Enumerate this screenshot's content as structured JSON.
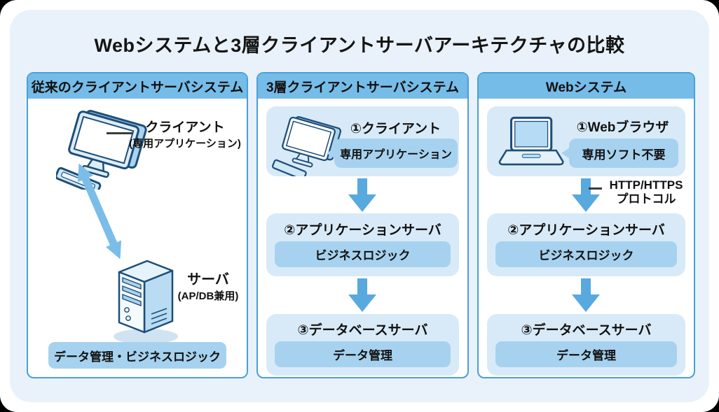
{
  "title": "Webシステムと3層クライアントサーバアーキテクチャの比較",
  "panels": {
    "legacy": {
      "header": "従来のクライアントサーバシステム",
      "client": {
        "label": "クライアント",
        "sublabel": "(専用アプリケーション)"
      },
      "server": {
        "label": "サーバ",
        "sublabel": "(AP/DB兼用)"
      },
      "bottom_pill": "データ管理・ビジネスロジック",
      "icons": {
        "client": "desktop-computer-icon",
        "server": "server-tower-icon",
        "link": "double-headed-arrow-icon"
      }
    },
    "three_tier": {
      "header": "3層クライアントサーバシステム",
      "tier1": {
        "heading": "①クライアント",
        "bubble": "専用アプリケーション",
        "icon": "desktop-computer-icon"
      },
      "tier2": {
        "heading": "②アプリケーションサーバ",
        "pill": "ビジネスロジック"
      },
      "tier3": {
        "heading": "③データベースサーバ",
        "pill": "データ管理"
      }
    },
    "web": {
      "header": "Webシステム",
      "tier1": {
        "heading": "①Webブラウザ",
        "bubble": "専用ソフト不要",
        "icon": "laptop-icon"
      },
      "protocol_label": {
        "line1": "HTTP/HTTPS",
        "line2": "プロトコル"
      },
      "tier2": {
        "heading": "②アプリケーションサーバ",
        "pill": "ビジネスロジック"
      },
      "tier3": {
        "heading": "③データベースサーバ",
        "pill": "データ管理"
      }
    }
  },
  "colors": {
    "canvas_bg": "#e9f2fa",
    "panel_border": "#4aa0d6",
    "header_bg": "#76bce8",
    "tier_box_bg": "#d8eaf8",
    "pill_bg": "#a6d2ef",
    "arrow": "#58a9de",
    "double_arrow": "#7abde8",
    "icon_outline": "#1e4e79"
  }
}
